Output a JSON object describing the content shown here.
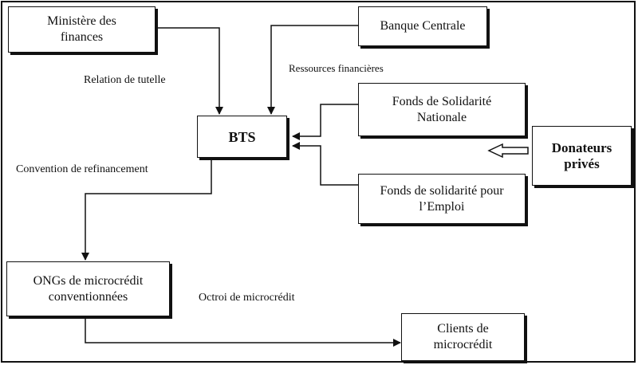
{
  "nodes": {
    "ministere": [
      "Ministère des",
      "finances"
    ],
    "banque": [
      "Banque Centrale"
    ],
    "bts": [
      "BTS"
    ],
    "fsn": [
      "Fonds de Solidarité",
      "Nationale"
    ],
    "donateurs": [
      "Donateurs",
      "privés"
    ],
    "fse": [
      "Fonds de solidarité pour",
      "l’Emploi"
    ],
    "ongs": [
      "ONGs de microcrédit",
      "conventionnées"
    ],
    "clients": [
      "Clients de",
      "microcrédit"
    ]
  },
  "edges": {
    "relation_tutelle": "Relation de tutelle",
    "ressources_financieres": "Ressources financières",
    "convention_refinancement": "Convention de refinancement",
    "octroi_microcredit": "Octroi de microcrédit"
  }
}
